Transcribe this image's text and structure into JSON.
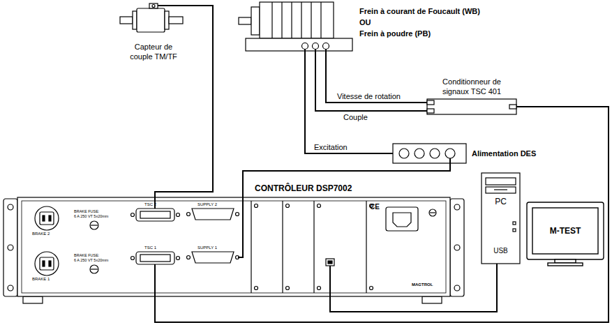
{
  "diagram": {
    "nodes": [
      {
        "text": [
          "Capteur de couple TM/TF"
        ]
      },
      {
        "text": [
          "Frein à courant de Foucault (WB)",
          "OU",
          "Frein à poudre (PB)"
        ]
      },
      {
        "text": [
          "Conditionneur de signaux TSC 401"
        ]
      },
      {
        "text": [
          "Alimentation DES"
        ]
      },
      {
        "text": [
          "CONTRÔLEUR DSP7002"
        ]
      },
      {
        "text": [
          "PC",
          "USB"
        ]
      },
      {
        "text": [
          "M-TEST"
        ]
      }
    ],
    "edges": [
      {
        "from": 0,
        "to": 4,
        "arrow": "none"
      },
      {
        "from": 1,
        "to": 2,
        "label": "Vitesse de rotation",
        "arrow": "none"
      },
      {
        "from": 1,
        "to": 2,
        "label": "Couple",
        "arrow": "none"
      },
      {
        "from": 1,
        "to": 3,
        "label": "Excitation",
        "arrow": "none"
      },
      {
        "from": 3,
        "to": 4,
        "arrow": "none"
      },
      {
        "from": 2,
        "to": 4,
        "arrow": "none"
      },
      {
        "from": 4,
        "to": 5,
        "arrow": "none"
      }
    ],
    "labels": [
      "BRAKE 2",
      "BRAKE 1",
      "BRAKE FUSE:",
      "6 A 250 VT 5x20mm",
      "BRAKE FUSE:",
      "6 A 250 VT 5x20mm",
      "TSC 2",
      "TSC 1",
      "SUPPLY 2",
      "SUPPLY 1",
      "CE",
      "MAGTROL"
    ]
  }
}
